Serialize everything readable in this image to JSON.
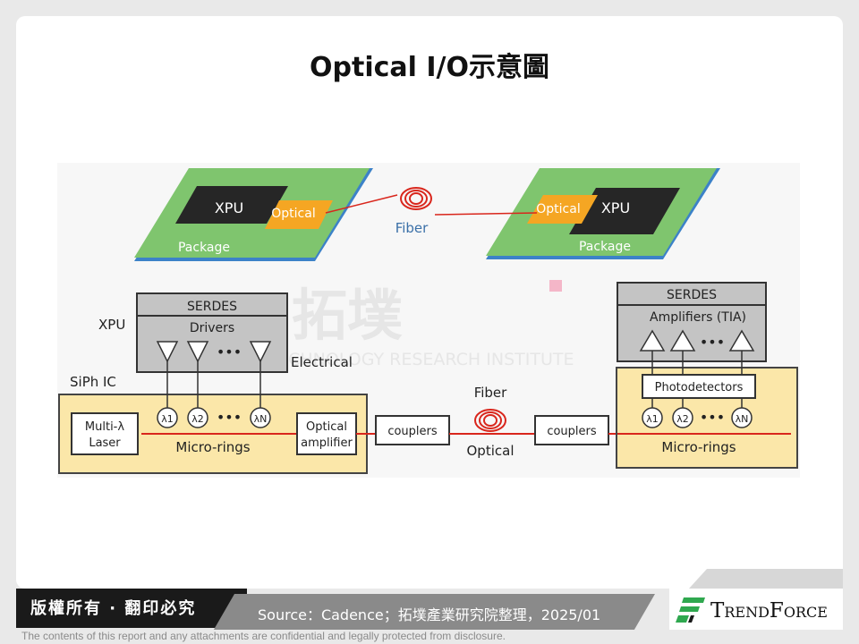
{
  "title": "Optical I/O示意圖",
  "top_diagram": {
    "left_chip": "XPU",
    "left_optical": "Optical",
    "left_package": "Package",
    "fiber": "Fiber",
    "right_optical": "Optical",
    "right_chip": "XPU",
    "right_package": "Package"
  },
  "watermark": {
    "cn": "拓墣",
    "en": "TECHNOLOGY RESEARCH INSTITUTE"
  },
  "left_system": {
    "xpu_label": "XPU",
    "serdes": "SERDES",
    "drivers": "Drivers",
    "electrical": "Electrical",
    "siph_label": "SiPh IC",
    "laser_line1": "Multi-λ",
    "laser_line2": "Laser",
    "micro_rings": "Micro-rings",
    "amp_line1": "Optical",
    "amp_line2": "amplifier",
    "rings": [
      "λ1",
      "λ2",
      "λN"
    ],
    "dots": "•••"
  },
  "link": {
    "left_coupler": "couplers",
    "fiber": "Fiber",
    "optical": "Optical",
    "right_coupler": "couplers"
  },
  "right_system": {
    "serdes": "SERDES",
    "amplifiers": "Amplifiers (TIA)",
    "photodetectors": "Photodetectors",
    "micro_rings": "Micro-rings",
    "rings": [
      "λ1",
      "λ2",
      "λN"
    ],
    "dots": "•••"
  },
  "footer": {
    "copyright": "版權所有 · 翻印必究",
    "source": "Source：Cadence；拓墣產業研究院整理，2025/01",
    "logo_text": "TrendForce",
    "disclaimer": "The contents of this report and any attachments are confidential and legally protected from disclosure."
  },
  "colors": {
    "package_green": "#7fc56e",
    "package_edge": "#3c82c8",
    "chip_black": "#262626",
    "optical_orange": "#f5a623",
    "siph_yellow": "#fbe7a9",
    "serdes_gray": "#c4c4c4",
    "laser_red": "#d9261c",
    "logo_green": "#2fa84f"
  }
}
